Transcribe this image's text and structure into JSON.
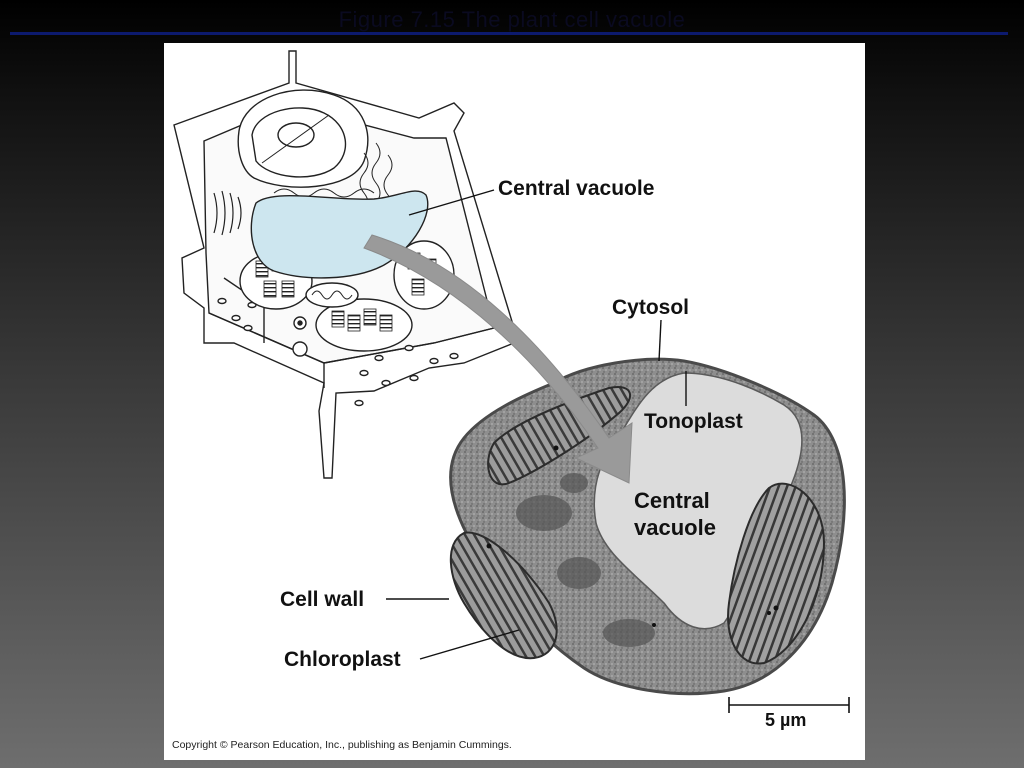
{
  "slide": {
    "title": "Figure 7.15 The plant cell vacuole"
  },
  "figure": {
    "labels": {
      "central_vacuole_top": "Central vacuole",
      "cytosol": "Cytosol",
      "tonoplast": "Tonoplast",
      "central_vacuole_micro_line1": "Central",
      "central_vacuole_micro_line2": "vacuole",
      "cell_wall": "Cell wall",
      "chloroplast": "Chloroplast",
      "scale_bar": "5 µm"
    },
    "copyright": "Copyright © Pearson Education, Inc., publishing as Benjamin Cummings."
  },
  "colors": {
    "vacuole_fill": "#cde6ef",
    "arrow": "#9a9a9a",
    "micrograph_cytoplasm": "#8a8a8a",
    "micrograph_vacuole": "#dcdcdc"
  }
}
